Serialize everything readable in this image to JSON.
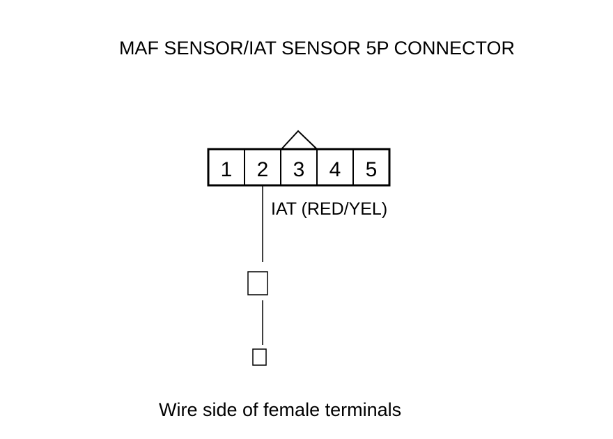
{
  "title": "MAF SENSOR/IAT SENSOR 5P CONNECTOR",
  "connector": {
    "pins": [
      "1",
      "2",
      "3",
      "4",
      "5"
    ]
  },
  "wire_label": "IAT (RED/YEL)",
  "caption": "Wire side of female terminals"
}
